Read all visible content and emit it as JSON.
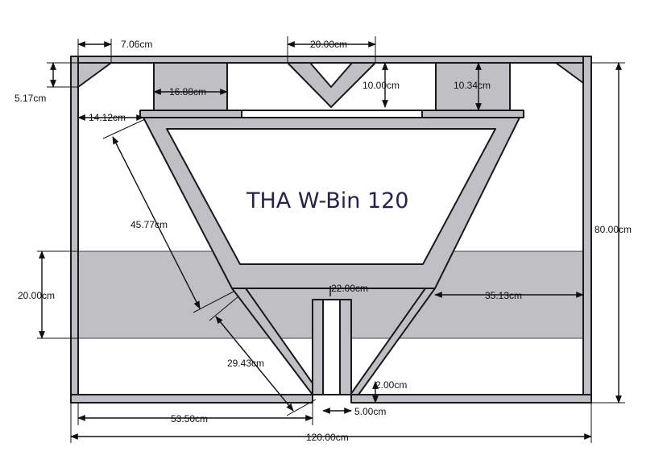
{
  "title": "THA W-Bin 120",
  "dimensions": {
    "brace_width": "7.06cm",
    "top_gap": "20.00cm",
    "brace_depth": "5.17cm",
    "left_post_width": "16.88cm",
    "v_depth": "10.00cm",
    "right_post_height": "10.34cm",
    "ledge": "14.12cm",
    "outer_wall": "45.77cm",
    "band_height": "20.00cm",
    "throat_width": "22.00cm",
    "right_span": "35.13cm",
    "lower_wall": "29.43cm",
    "height": "80.00cm",
    "slot_gap": "2.00cm",
    "slot_width": "5.00cm",
    "left_span": "53.50cm",
    "width": "120.00cm"
  }
}
